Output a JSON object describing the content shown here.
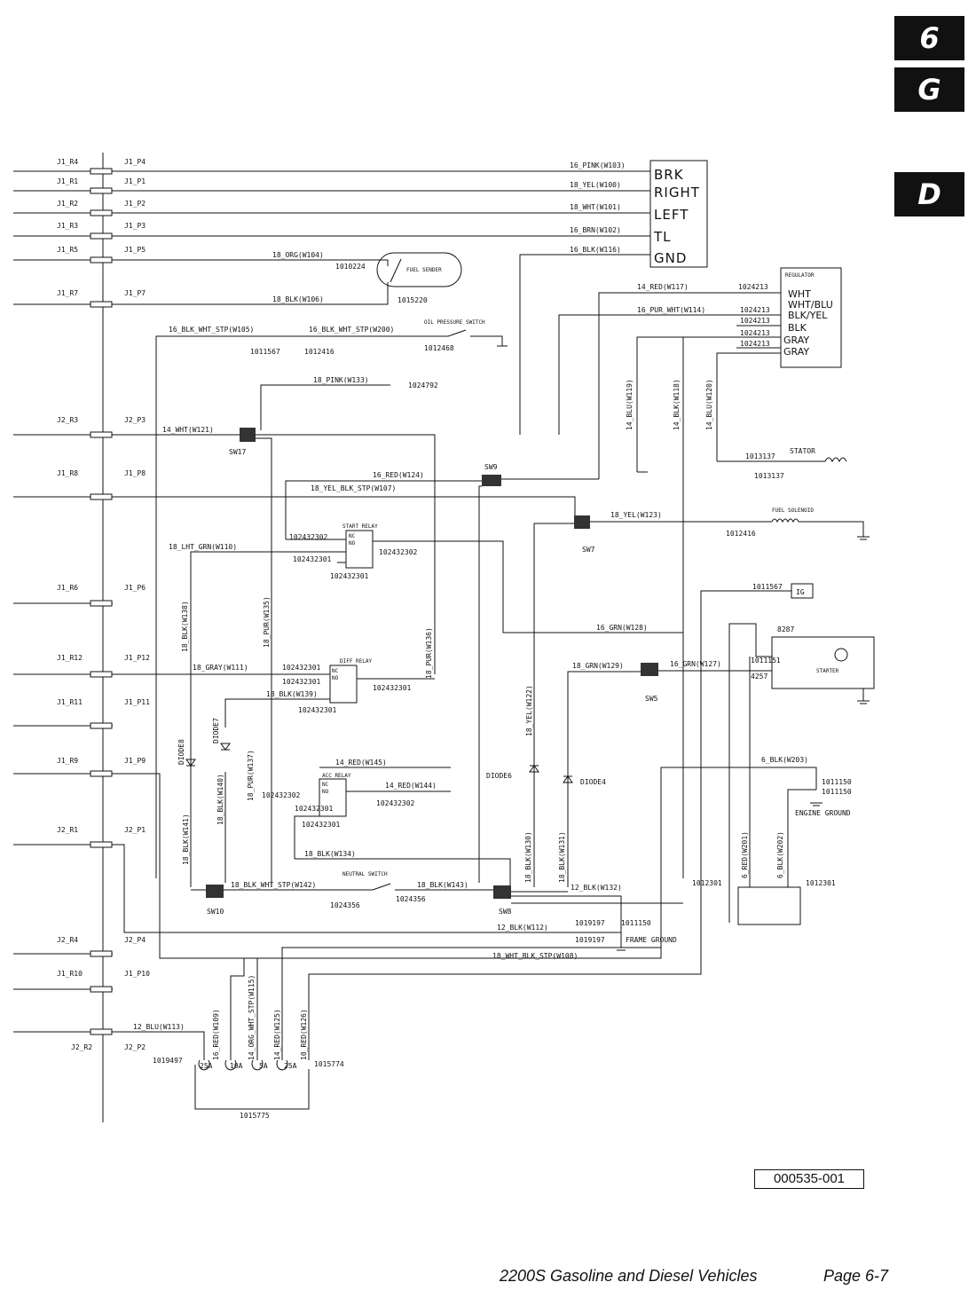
{
  "tabs": [
    "6",
    "G",
    "D"
  ],
  "footer": {
    "title": "2200S Gasoline and Diesel Vehicles",
    "page": "Page 6-7"
  },
  "doc_id": "000535-001",
  "connectors": [
    {
      "l": "J1_R4",
      "r": "J1_P4"
    },
    {
      "l": "J1_R1",
      "r": "J1_P1"
    },
    {
      "l": "J1_R2",
      "r": "J1_P2"
    },
    {
      "l": "J1_R3",
      "r": "J1_P3"
    },
    {
      "l": "J1_R5",
      "r": "J1_P5"
    },
    {
      "l": "J1_R7",
      "r": "J1_P7"
    },
    {
      "l": "J2_R3",
      "r": "J2_P3"
    },
    {
      "l": "J1_R8",
      "r": "J1_P8"
    },
    {
      "l": "J1_R6",
      "r": "J1_P6"
    },
    {
      "l": "J1_R12",
      "r": "J1_P12"
    },
    {
      "l": "J1_R11",
      "r": "J1_P11"
    },
    {
      "l": "J1_R9",
      "r": "J1_P9"
    },
    {
      "l": "J2_R1",
      "r": "J2_P1"
    },
    {
      "l": "J2_R4",
      "r": "J2_P4"
    },
    {
      "l": "J1_R10",
      "r": "J1_P10"
    },
    {
      "l": "J2_R2",
      "r": "J2_P2"
    }
  ],
  "light_box": [
    "BRK",
    "RIGHT",
    "LEFT",
    "TL",
    "GND"
  ],
  "regulator": {
    "title": "REGULATOR",
    "pins": [
      "WHT",
      "WHT/BLU",
      "BLK/YEL",
      "BLK",
      "GRAY",
      "GRAY"
    ]
  },
  "wires": [
    "16_PINK(W103)",
    "18_YEL(W100)",
    "18_WHT(W101)",
    "16_BRN(W102)",
    "16_BLK(W116)",
    "18_ORG(W104)",
    "18_BLK(W106)",
    "14_RED(W117)",
    "16_PUR_WHT(W114)",
    "16_BLK_WHT_STP(W105)",
    "16_BLK_WHT_STP(W200)",
    "18_PINK(W133)",
    "14_WHT(W121)",
    "14_BLU(W119)",
    "14_BLK(W118)",
    "14_BLU(W120)",
    "16_RED(W124)",
    "18_YEL_BLK_STP(W107)",
    "18_YEL(W123)",
    "18_LHT_GRN(W110)",
    "18_BLK(W138)",
    "18_PUR(W135)",
    "18_PUR(W136)",
    "16_GRN(W128)",
    "18_GRAY(W111)",
    "18_BLK(W139)",
    "18_GRN(W129)",
    "16_GRN(W127)",
    "18_YEL(W122)",
    "18_PUR(W137)",
    "14_RED(W145)",
    "14_RED(W144)",
    "6_BLK(W203)",
    "18_BLK(W141)",
    "18_BLK(W140)",
    "18_BLK(W134)",
    "18_BLK(W130)",
    "18_BLK(W131)",
    "6_RED(W201)",
    "6_BLK(W202)",
    "18_BLK_WHT_STP(W142)",
    "18_BLK(W143)",
    "12_BLK(W132)",
    "12_BLK(W112)",
    "18_WHT_BLK_STP(W108)",
    "16_RED(W109)",
    "14_ORG_WHT_STP(W115)",
    "14_RED(W125)",
    "10_RED(W126)",
    "12_BLU(W113)"
  ],
  "part_numbers": [
    "1010224",
    "1015220",
    "1024213",
    "1011567",
    "1012416",
    "1012468",
    "1024792",
    "1013137",
    "102432302",
    "102432301",
    "1011567",
    "1011151",
    "4257",
    "8287",
    "1011150",
    "1012301",
    "1024356",
    "1019197",
    "1019497",
    "1015774",
    "1015775"
  ],
  "components": {
    "fuel_sender": "FUEL SENDER",
    "oil_switch": "OIL PRESSURE SWITCH",
    "stator": "STATOR",
    "fuel_solenoid": "FUEL SOLENOID",
    "start_relay": "START RELAY",
    "diff_relay": "DIFF RELAY",
    "acc_relay": "ACC RELAY",
    "neutral_switch": "NEUTRAL SWITCH",
    "starter": "STARTER",
    "ig": "IG",
    "engine_ground": "ENGINE GROUND",
    "frame_ground": "FRAME GROUND",
    "nc": "NC",
    "no": "NO"
  },
  "splices": [
    "SW17",
    "SW9",
    "SW7",
    "SW5",
    "SW10",
    "SW8"
  ],
  "diodes": [
    "DIODE8",
    "DIODE7",
    "DIODE6",
    "DIODE4"
  ],
  "fuses": [
    "25A",
    "10A",
    "5A",
    "25A"
  ]
}
